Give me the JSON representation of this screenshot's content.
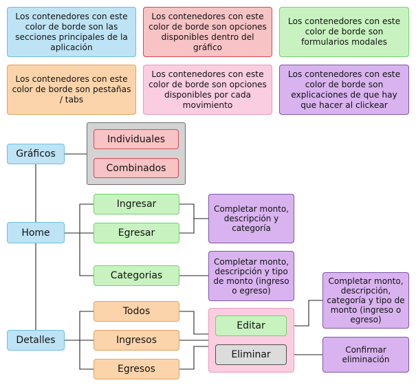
{
  "legend": {
    "blue": "Los contenedores con este color de borde son las secciones principales de la aplicación",
    "red": "Los contenedores con este color de borde son opciones disponibles dentro del gráfico",
    "green": "Los contenedores con este color de borde son formularios modales",
    "orange": "Los contenedores con este color de borde son pestañas / tabs",
    "pink": "Los contenedores con este color de borde son opciones disponibles por cada movimiento",
    "purple": "Los contenedores con este color de borde son explicaciones de que hay que hacer al clickear"
  },
  "sections": {
    "graficos": "Gráficos",
    "home": "Home",
    "detalles": "Detalles"
  },
  "chart_options": {
    "individuales": "Individuales",
    "combinados": "Combinados"
  },
  "home_modals": {
    "ingresar": "Ingresar",
    "egresar": "Egresar",
    "categorias": "Categorias"
  },
  "tabs": {
    "todos": "Todos",
    "ingresos": "Ingresos",
    "egresos": "Egresos"
  },
  "movement_options": {
    "editar": "Editar",
    "eliminar": "Eliminar"
  },
  "explanations": {
    "ingresar_egresar": "Completar monto, descripción y categoría",
    "categorias": "Completar monto, descripción y tipo de monto (ingreso o egreso)",
    "editar": "Completar monto, descripción, categoría y tipo de monto (ingreso o egreso)",
    "eliminar": "Confirmar eliminación"
  },
  "colors": {
    "blue_fill": "#bde3f5",
    "blue_border": "#6cbde0",
    "red_fill": "#f8c3c4",
    "red_border": "#d8484f",
    "green_fill": "#c8f3c0",
    "green_border": "#6fd26a",
    "orange_fill": "#fcd4ab",
    "orange_border": "#e2a25f",
    "pink_fill": "#fbcde0",
    "pink_border": "#e79abb",
    "purple_fill": "#d9b3ef",
    "purple_border": "#7d55a7",
    "grey_fill": "#d3d3d3"
  }
}
